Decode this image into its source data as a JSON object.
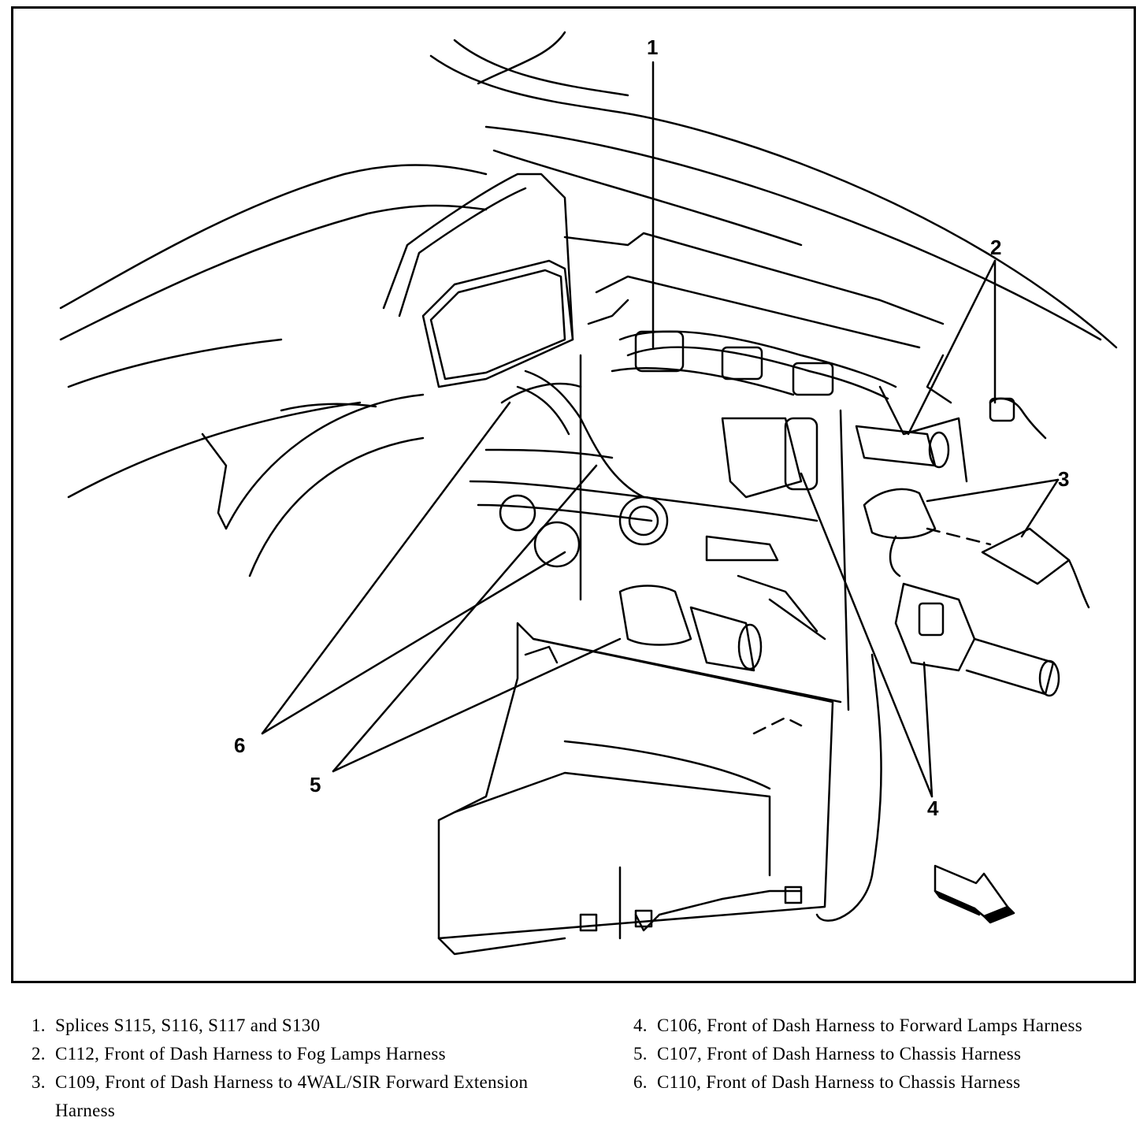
{
  "callouts": [
    "1",
    "2",
    "3",
    "4",
    "5",
    "6"
  ],
  "legend": [
    {
      "number": "1.",
      "text": "Splices S115, S116, S117 and S130"
    },
    {
      "number": "2.",
      "text": "C112, Front of Dash Harness to Fog Lamps Harness"
    },
    {
      "number": "3.",
      "text": "C109, Front of Dash Harness to 4WAL/SIR Forward Extension Harness"
    },
    {
      "number": "4.",
      "text": "C106, Front of Dash Harness to Forward Lamps Harness"
    },
    {
      "number": "5.",
      "text": "C107, Front of Dash Harness to Chassis Harness"
    },
    {
      "number": "6.",
      "text": "C110, Front of Dash Harness to Chassis Harness"
    }
  ],
  "icons": [
    "front-direction-arrow-icon"
  ]
}
